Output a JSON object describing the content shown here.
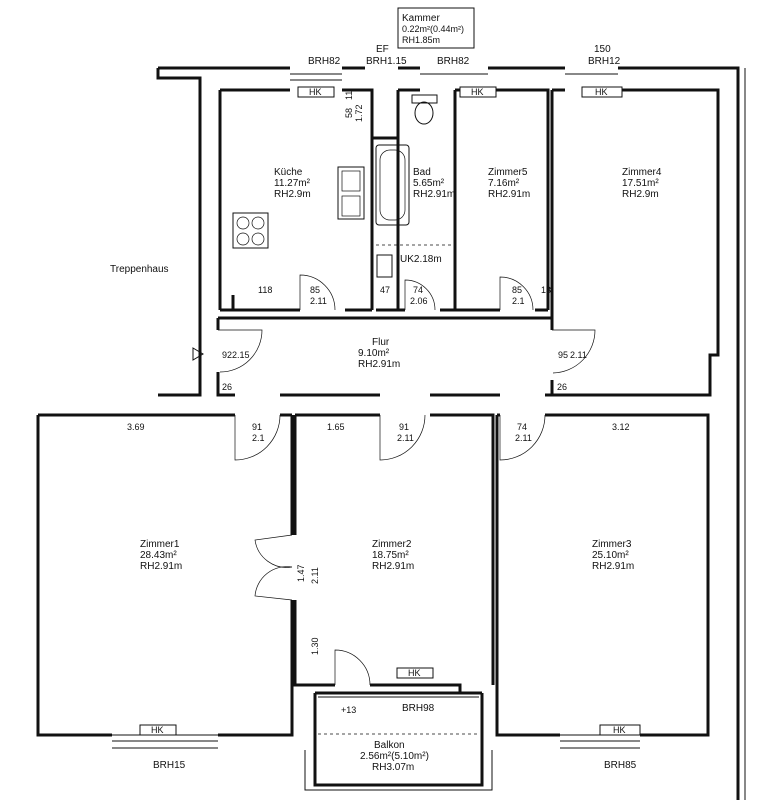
{
  "rooms": {
    "kammer": {
      "name": "Kammer",
      "area": "0.22m²(0.44m²)",
      "height": "RH1.85m"
    },
    "kueche": {
      "name": "Küche",
      "area": "11.27m²",
      "height": "RH2.9m"
    },
    "bad": {
      "name": "Bad",
      "area": "5.65m²",
      "height": "RH2.91m"
    },
    "zimmer5": {
      "name": "Zimmer5",
      "area": "7.16m²",
      "height": "RH2.91m"
    },
    "zimmer4": {
      "name": "Zimmer4",
      "area": "17.51m²",
      "height": "RH2.9m"
    },
    "flur": {
      "name": "Flur",
      "area": "9.10m²",
      "height": "RH2.91m"
    },
    "zimmer1": {
      "name": "Zimmer1",
      "area": "28.43m²",
      "height": "RH2.91m"
    },
    "zimmer2": {
      "name": "Zimmer2",
      "area": "18.75m²",
      "height": "RH2.91m"
    },
    "zimmer3": {
      "name": "Zimmer3",
      "area": "25.10m²",
      "height": "RH2.91m"
    },
    "balkon": {
      "name": "Balkon",
      "area": "2.56m²(5.10m²)",
      "height": "RH3.07m"
    },
    "treppenhaus": {
      "name": "Treppenhaus"
    },
    "uk": {
      "label": "UK2.18m"
    }
  },
  "labels": {
    "ef": "EF",
    "brh82_a": "BRH82",
    "brh115": "BRH1.15",
    "brh82_b": "BRH82",
    "w150": "150",
    "brh112": "BRH12",
    "brh98": "BRH98",
    "brh115_bottom": "BRH15",
    "brh85": "BRH85",
    "hk": "HK",
    "step": "+13"
  },
  "dims": {
    "k_118": "118",
    "k_85": "85",
    "k_211": "2.11",
    "b_47": "47",
    "b_74": "74",
    "b_206": "2.06",
    "z5_85": "85",
    "z5_21": "2.1",
    "z5_13": "13",
    "f_92": "92",
    "f_215": "2.15",
    "f_26a": "26",
    "f_95": "95",
    "f_211": "2.11",
    "f_26b": "26",
    "z1_369": "3.69",
    "z1_91": "91",
    "z1_21": "2.1",
    "z2_165": "1.65",
    "z2_91": "91",
    "z2_211": "2.11",
    "z3_74": "74",
    "z3_211": "2.11",
    "z3_312": "3.12",
    "d_147": "1.47",
    "d_211v": "2.11",
    "d_130": "1.30",
    "km_58": "58",
    "km_172": "1.72",
    "km_11": "11"
  }
}
